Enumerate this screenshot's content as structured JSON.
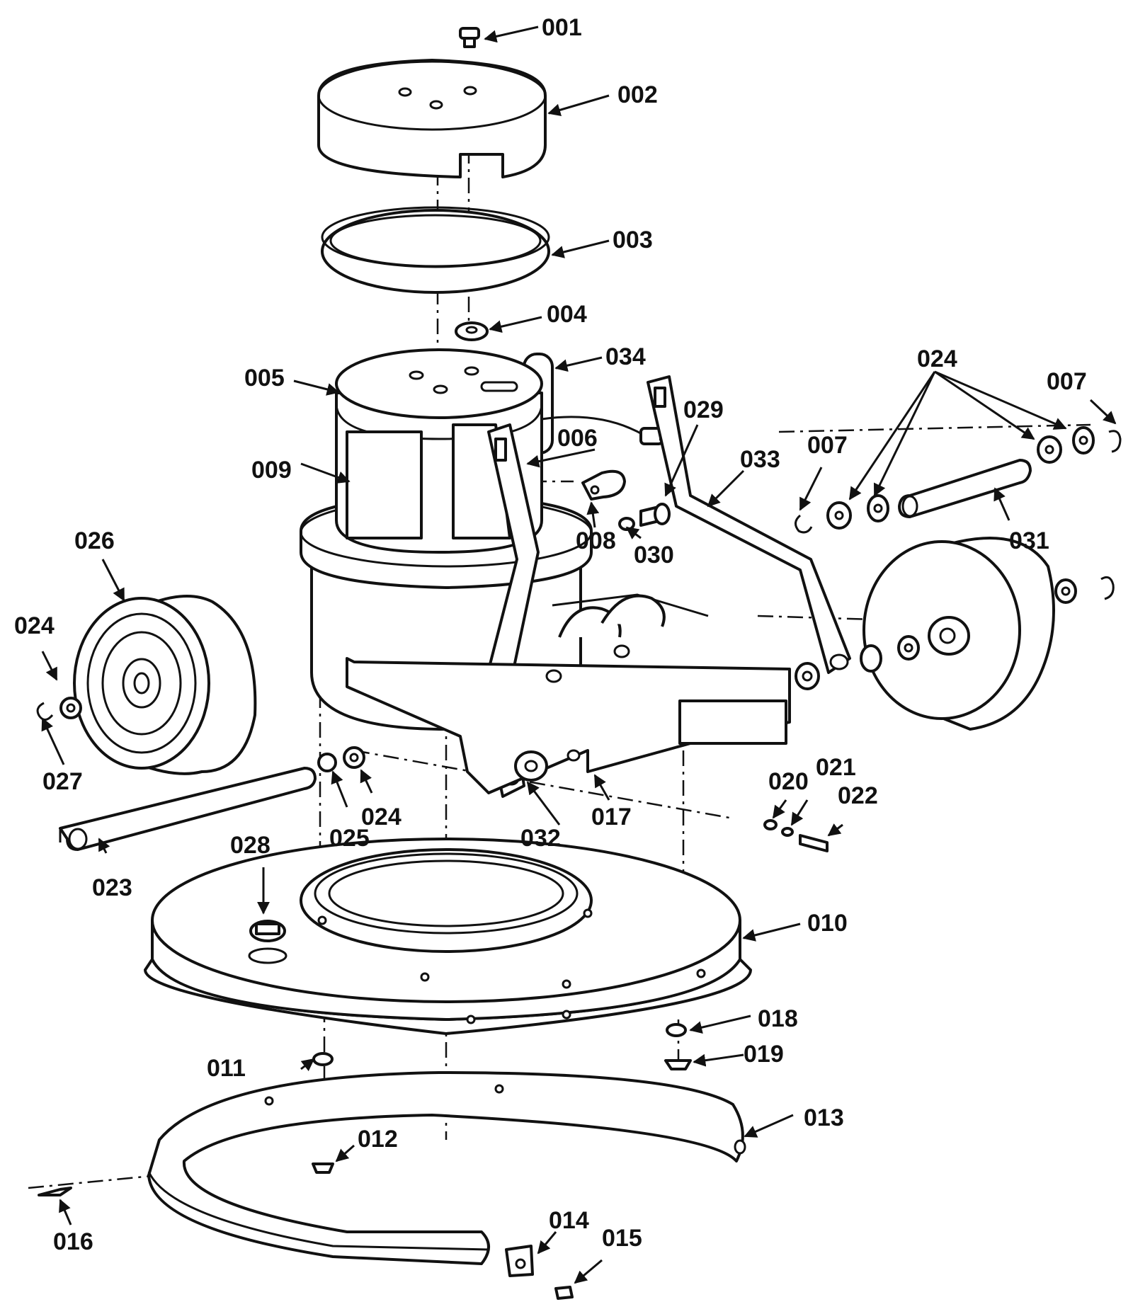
{
  "parts": [
    {
      "id": "001"
    },
    {
      "id": "002"
    },
    {
      "id": "003"
    },
    {
      "id": "004"
    },
    {
      "id": "005"
    },
    {
      "id": "034"
    },
    {
      "id": "024"
    },
    {
      "id": "007"
    },
    {
      "id": "029"
    },
    {
      "id": "006"
    },
    {
      "id": "009"
    },
    {
      "id": "033"
    },
    {
      "id": "026"
    },
    {
      "id": "008"
    },
    {
      "id": "030"
    },
    {
      "id": "031"
    },
    {
      "id": "027"
    },
    {
      "id": "025"
    },
    {
      "id": "017"
    },
    {
      "id": "032"
    },
    {
      "id": "020"
    },
    {
      "id": "021"
    },
    {
      "id": "022"
    },
    {
      "id": "028"
    },
    {
      "id": "023"
    },
    {
      "id": "010"
    },
    {
      "id": "018"
    },
    {
      "id": "011"
    },
    {
      "id": "019"
    },
    {
      "id": "012"
    },
    {
      "id": "013"
    },
    {
      "id": "016"
    },
    {
      "id": "014"
    },
    {
      "id": "015"
    }
  ],
  "repeated_labels": {
    "024_right_outer": "024",
    "007_right_upper": "007",
    "024_left_wheel": "024",
    "024_axle": "024"
  }
}
